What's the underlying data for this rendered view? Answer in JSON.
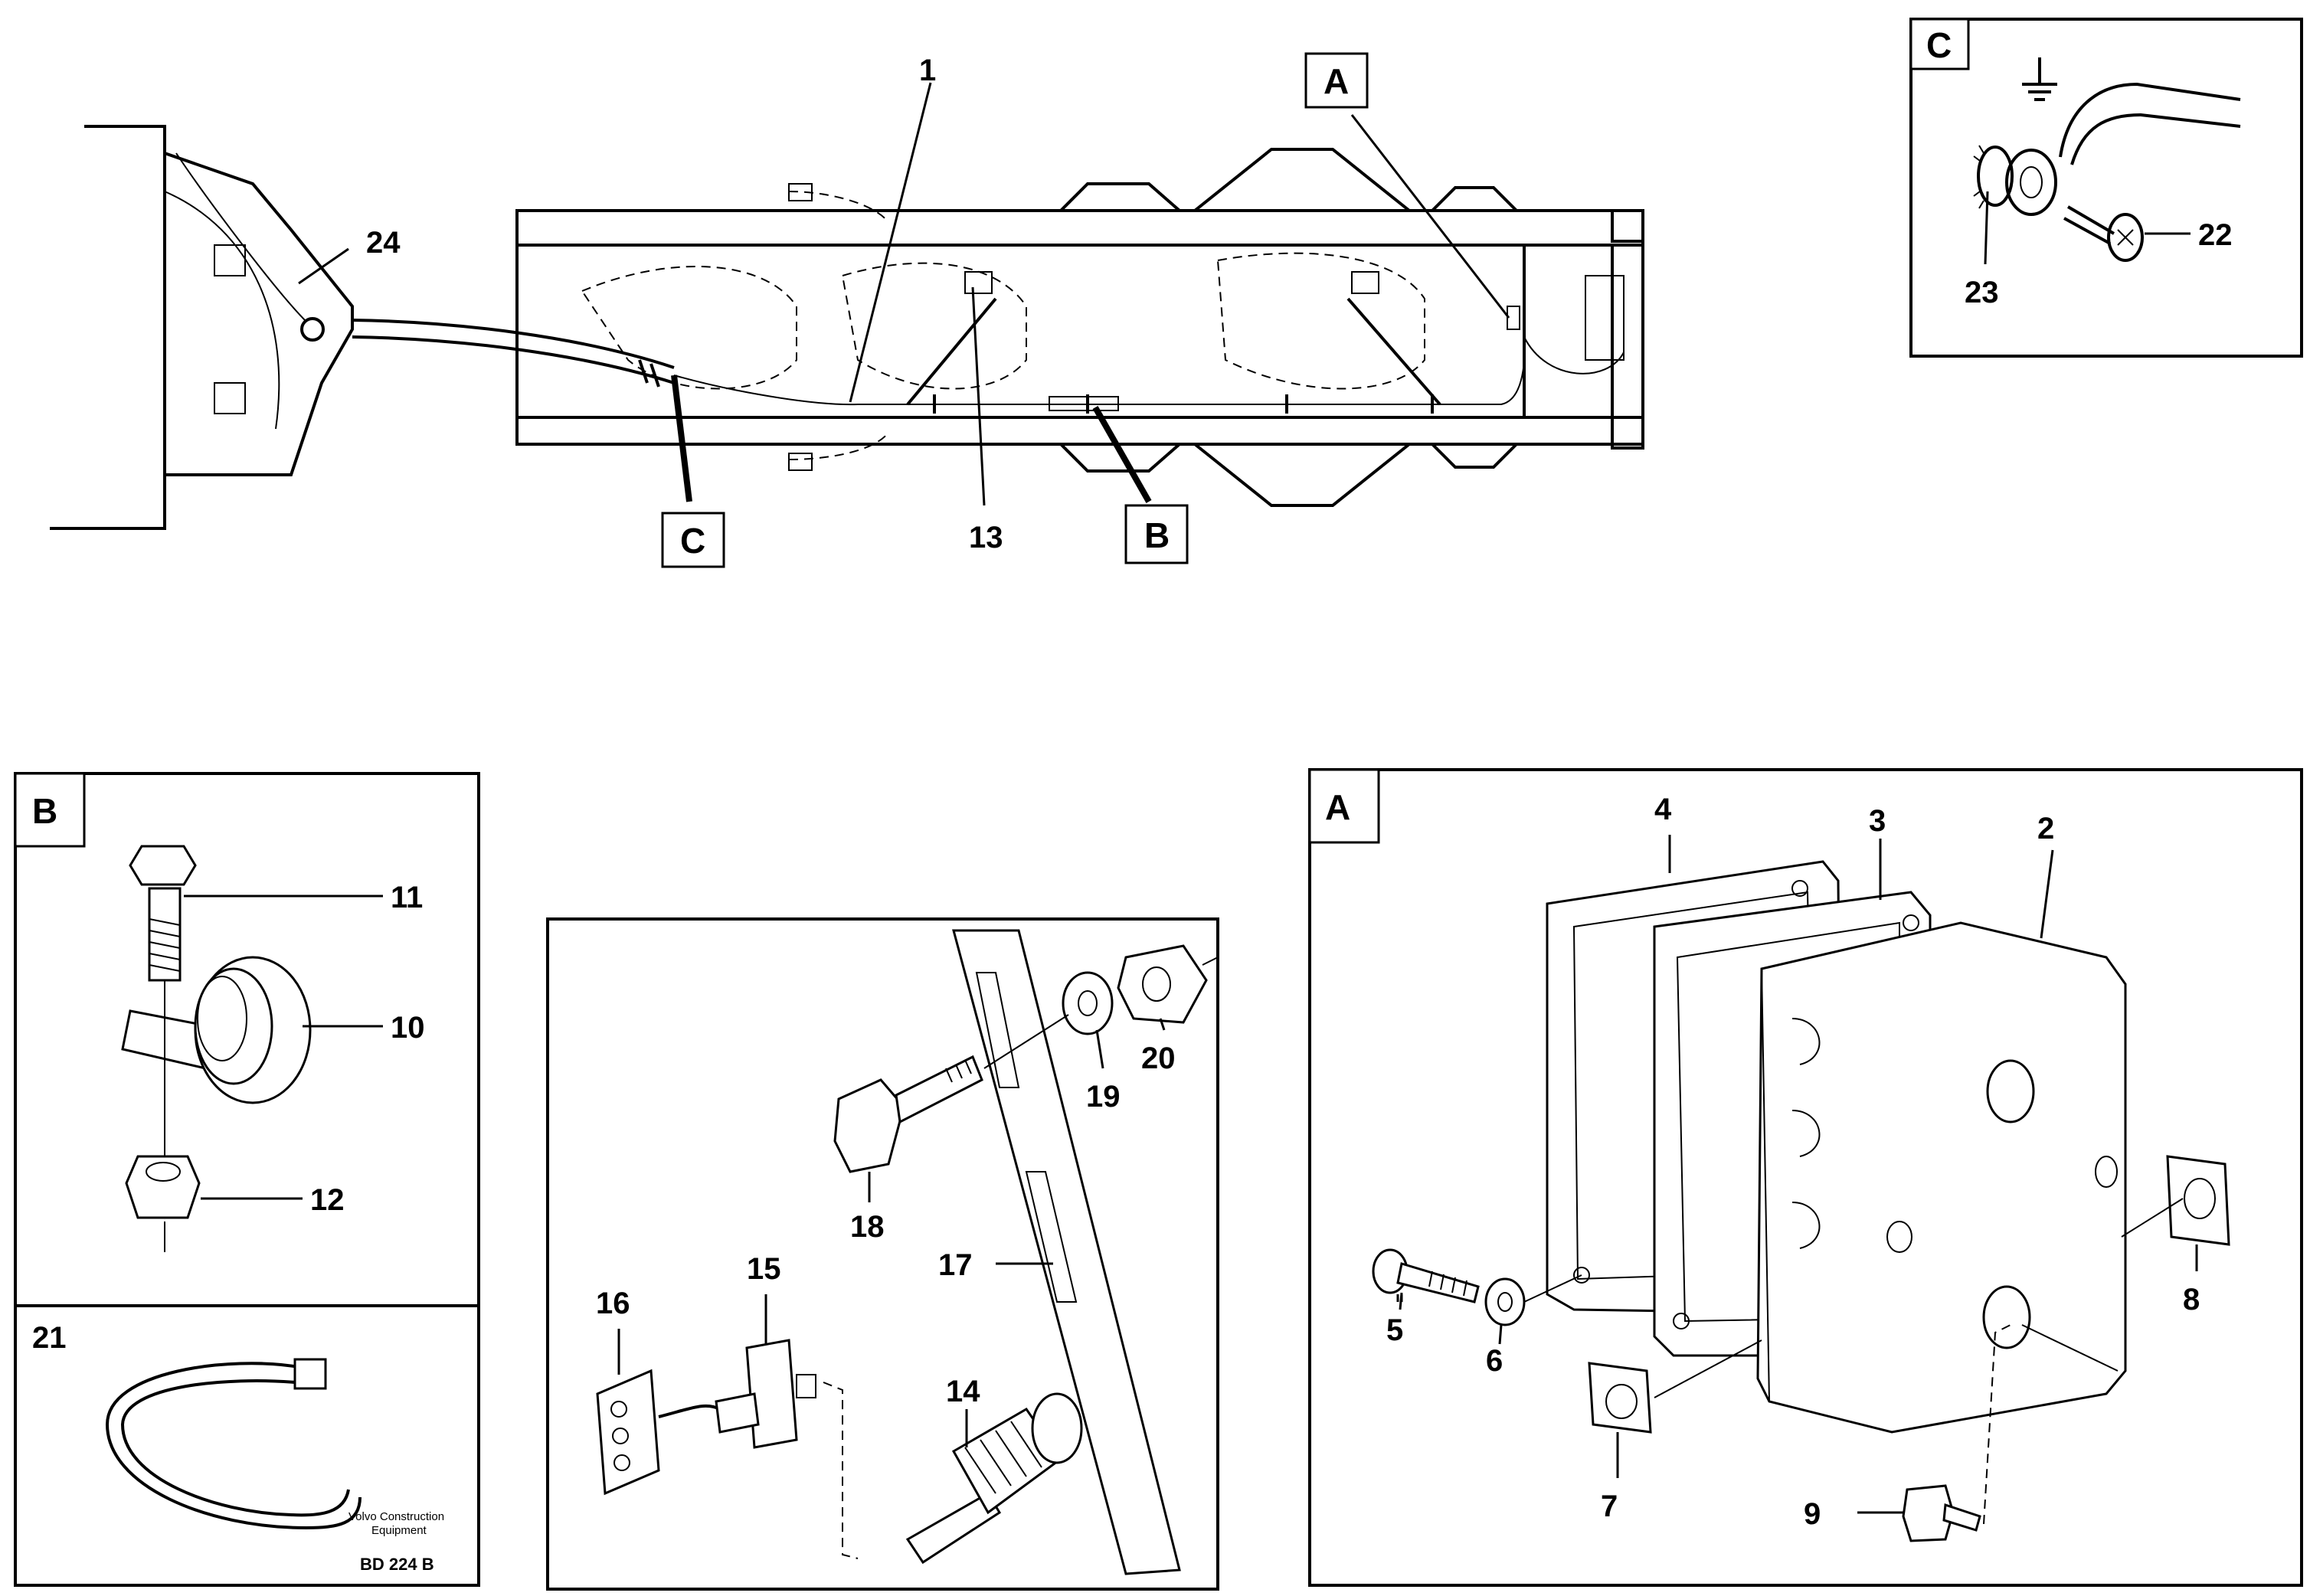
{
  "callouts": {
    "c1": "1",
    "c2": "2",
    "c3": "3",
    "c4": "4",
    "c5": "5",
    "c6": "6",
    "c7": "7",
    "c8": "8",
    "c9": "9",
    "c10": "10",
    "c11": "11",
    "c12": "12",
    "c13": "13",
    "c14": "14",
    "c15": "15",
    "c16": "16",
    "c17": "17",
    "c18": "18",
    "c19": "19",
    "c20": "20",
    "c21": "21",
    "c22": "22",
    "c23": "23",
    "c24": "24"
  },
  "detail_tags": {
    "a": "A",
    "b": "B",
    "c": "C"
  },
  "credit": {
    "line1": "Volvo Construction",
    "line2": "Equipment",
    "code": "BD 224 B"
  },
  "icons": {
    "ground": "ground-symbol-icon"
  },
  "colors": {
    "ink": "#000000",
    "paper": "#ffffff"
  }
}
